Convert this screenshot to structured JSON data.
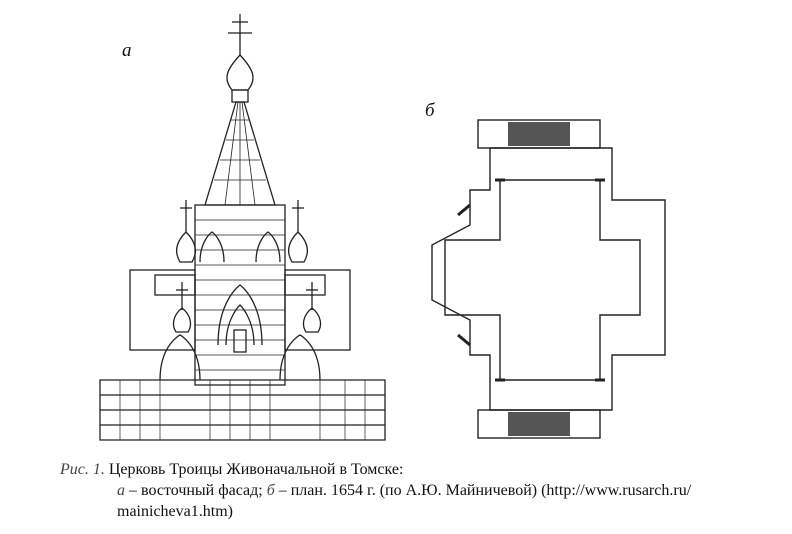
{
  "figure": {
    "label_a": "а",
    "label_b": "б"
  },
  "caption": {
    "prefix": "Рис. 1.",
    "title": "Церковь Троицы Живоначальной в Томске:",
    "part_a_letter": "а",
    "part_a_text": " – восточный фасад; ",
    "part_b_letter": "б",
    "part_b_text": " – план. 1654 г. (по А.Ю. Майничевой) (http://www.rusarch.ru/",
    "line3": "mainicheva1.htm)"
  }
}
